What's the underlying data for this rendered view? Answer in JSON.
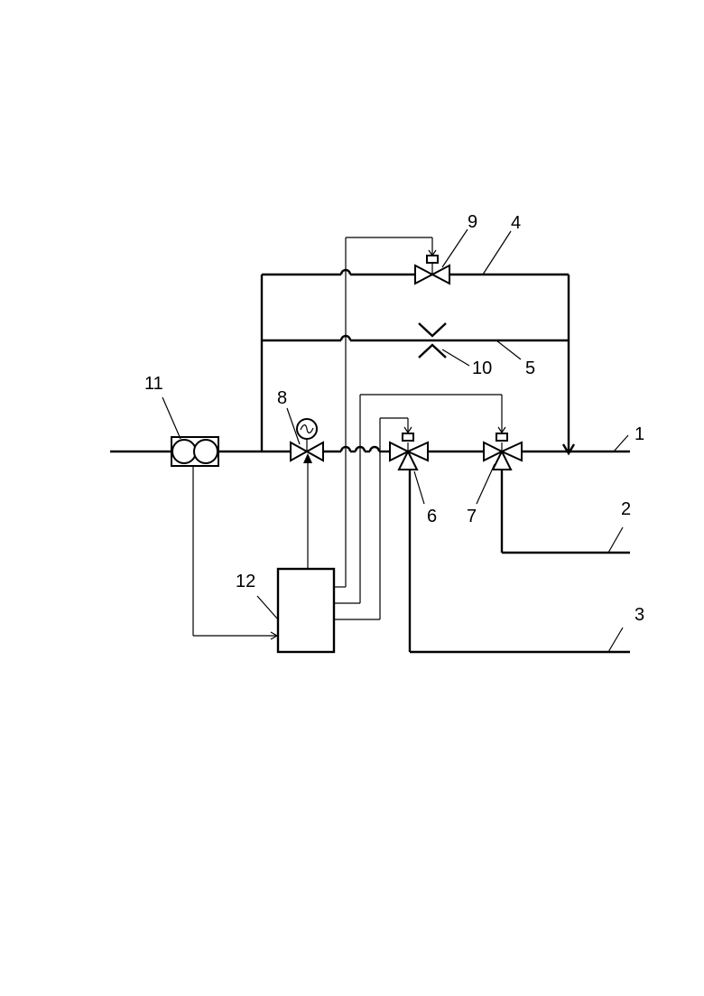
{
  "diagram": {
    "labels": {
      "n1": "1",
      "n2": "2",
      "n3": "3",
      "n4": "4",
      "n5": "5",
      "n6": "6",
      "n7": "7",
      "n8": "8",
      "n9": "9",
      "n10": "10",
      "n11": "11",
      "n12": "12"
    }
  }
}
